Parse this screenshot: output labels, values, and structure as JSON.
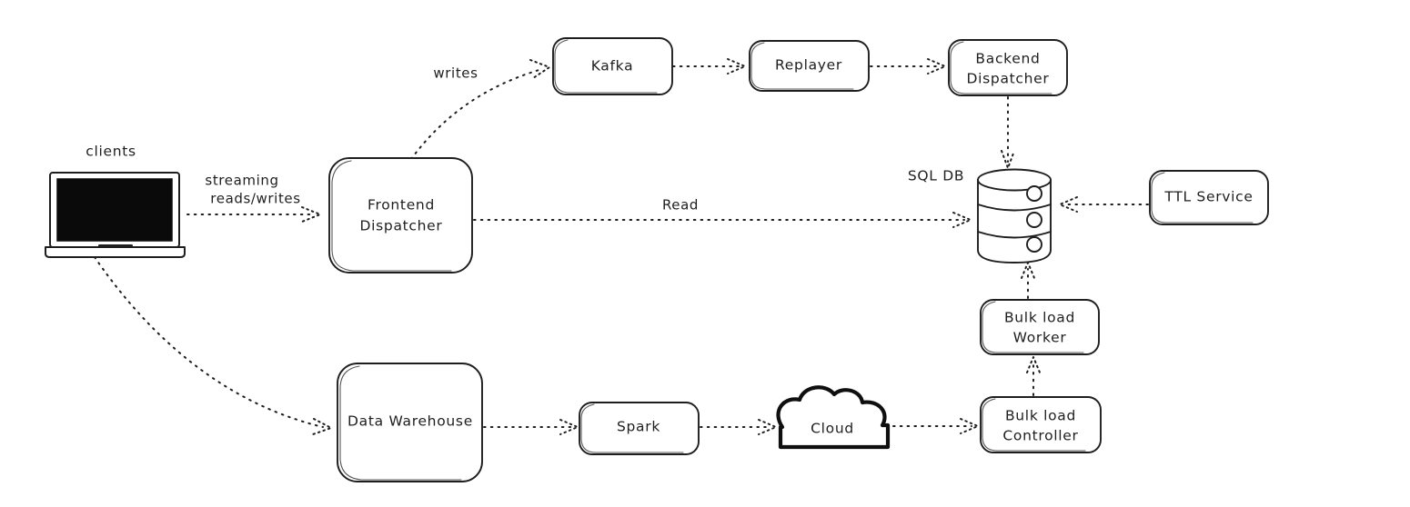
{
  "diagram": {
    "title": "Streaming and bulk load data pipeline architecture",
    "background": "#ffffff",
    "stroke_color": "#1e1e1e",
    "style": "hand-drawn dotted-edge architecture diagram",
    "nodes": [
      {
        "id": "clients",
        "label": "clients",
        "shape": "laptop",
        "caption_only": true
      },
      {
        "id": "frontend-dispatcher",
        "label_line1": "Frontend",
        "label_line2": "Dispatcher",
        "shape": "rounded-rect"
      },
      {
        "id": "kafka",
        "label": "Kafka",
        "shape": "rounded-rect"
      },
      {
        "id": "replayer",
        "label": "Replayer",
        "shape": "rounded-rect"
      },
      {
        "id": "backend-dispatcher",
        "label_line1": "Backend",
        "label_line2": "Dispatcher",
        "shape": "rounded-rect"
      },
      {
        "id": "sql-db",
        "label": "SQL DB",
        "shape": "cylinder"
      },
      {
        "id": "ttl-service",
        "label": "TTL Service",
        "shape": "rounded-rect"
      },
      {
        "id": "bulk-load-worker",
        "label_line1": "Bulk load",
        "label_line2": "Worker",
        "shape": "rounded-rect"
      },
      {
        "id": "bulk-load-controller",
        "label_line1": "Bulk load",
        "label_line2": "Controller",
        "shape": "rounded-rect"
      },
      {
        "id": "data-warehouse",
        "label": "Data Warehouse",
        "shape": "rounded-rect"
      },
      {
        "id": "spark",
        "label": "Spark",
        "shape": "rounded-rect"
      },
      {
        "id": "cloud",
        "label": "Cloud",
        "shape": "cloud"
      }
    ],
    "edges": [
      {
        "id": "clients-to-frontend",
        "from": "clients",
        "to": "frontend-dispatcher",
        "label_line1": "streaming",
        "label_line2": "reads/writes"
      },
      {
        "id": "frontend-to-kafka",
        "from": "frontend-dispatcher",
        "to": "kafka",
        "label": "writes"
      },
      {
        "id": "kafka-to-replayer",
        "from": "kafka",
        "to": "replayer",
        "label": ""
      },
      {
        "id": "replayer-to-backend",
        "from": "replayer",
        "to": "backend-dispatcher",
        "label": ""
      },
      {
        "id": "backend-to-sqldb",
        "from": "backend-dispatcher",
        "to": "sql-db",
        "label": ""
      },
      {
        "id": "frontend-to-sqldb",
        "from": "frontend-dispatcher",
        "to": "sql-db",
        "label": "Read"
      },
      {
        "id": "ttl-to-sqldb",
        "from": "ttl-service",
        "to": "sql-db",
        "label": ""
      },
      {
        "id": "bulkworker-to-sqldb",
        "from": "bulk-load-worker",
        "to": "sql-db",
        "label": ""
      },
      {
        "id": "bulkcontroller-to-bulkworker",
        "from": "bulk-load-controller",
        "to": "bulk-load-worker",
        "label": ""
      },
      {
        "id": "clients-to-warehouse",
        "from": "clients",
        "to": "data-warehouse",
        "label": ""
      },
      {
        "id": "warehouse-to-spark",
        "from": "data-warehouse",
        "to": "spark",
        "label": ""
      },
      {
        "id": "spark-to-cloud",
        "from": "spark",
        "to": "cloud",
        "label": ""
      },
      {
        "id": "cloud-to-bulkcontroller",
        "from": "cloud",
        "to": "bulk-load-controller",
        "label": ""
      }
    ],
    "labels": {
      "clients": "clients",
      "sql_db": "SQL DB",
      "streaming_line1": "streaming",
      "streaming_line2": "reads/writes",
      "writes": "writes",
      "read": "Read",
      "kafka": "Kafka",
      "replayer": "Replayer",
      "backend_line1": "Backend",
      "backend_line2": "Dispatcher",
      "frontend_line1": "Frontend",
      "frontend_line2": "Dispatcher",
      "ttl_service": "TTL Service",
      "bulk_worker_line1": "Bulk load",
      "bulk_worker_line2": "Worker",
      "bulk_controller_line1": "Bulk load",
      "bulk_controller_line2": "Controller",
      "data_warehouse": "Data Warehouse",
      "spark": "Spark",
      "cloud": "Cloud"
    }
  }
}
